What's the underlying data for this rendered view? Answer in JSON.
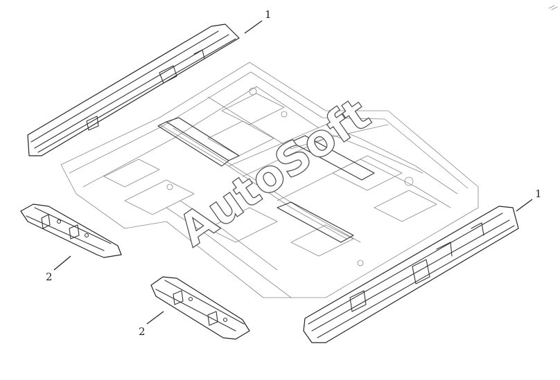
{
  "callouts": [
    {
      "label": "1"
    },
    {
      "label": "1"
    },
    {
      "label": "2"
    },
    {
      "label": "2"
    }
  ],
  "watermark": "AutoSoft",
  "colors": {
    "line": "#333333",
    "background": "#ffffff",
    "watermark_stroke": "#555555"
  }
}
